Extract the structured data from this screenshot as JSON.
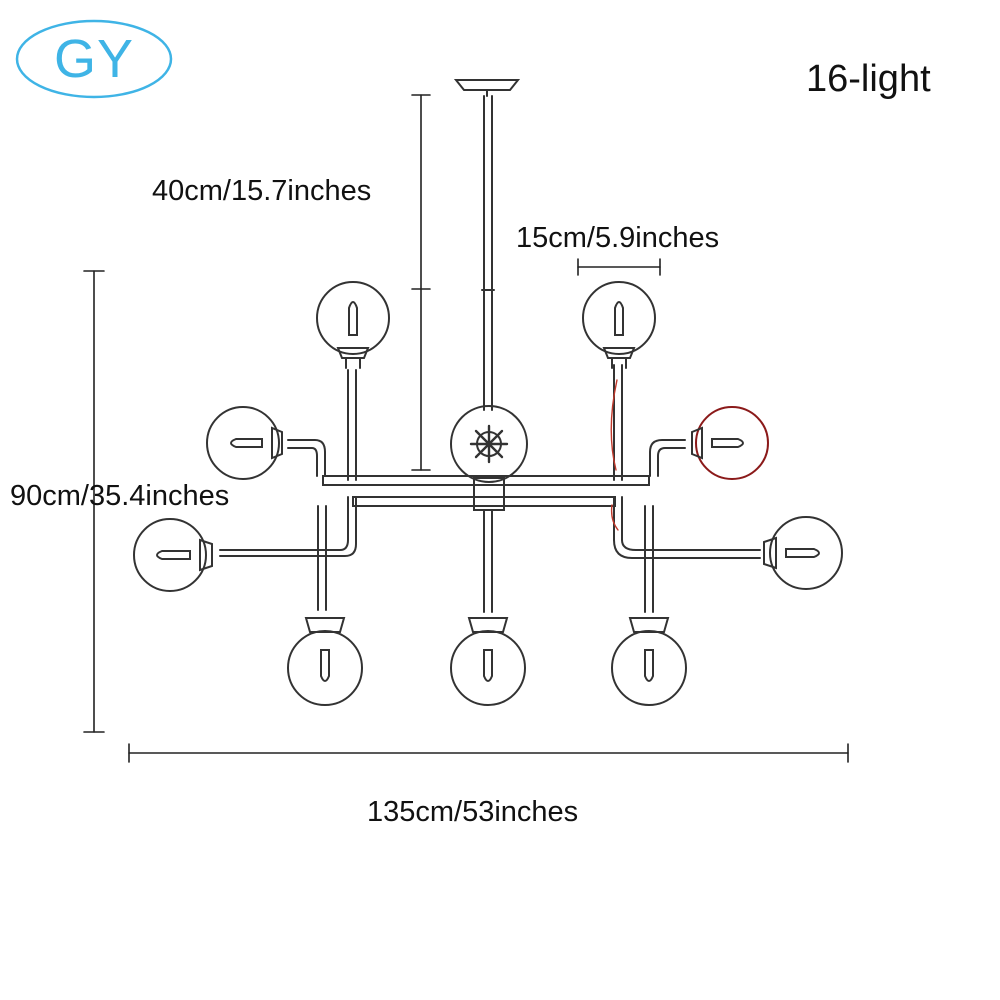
{
  "brand": {
    "logo_text": "GY",
    "logo_color": "#3fb4e6"
  },
  "variant_label": "16-light",
  "dimensions": {
    "drop": "40cm/15.7inches",
    "globe": "15cm/5.9inches",
    "height": "90cm/35.4inches",
    "width": "135cm/53inches"
  },
  "colors": {
    "line": "#333333",
    "wire_accent": "#c0392b"
  }
}
